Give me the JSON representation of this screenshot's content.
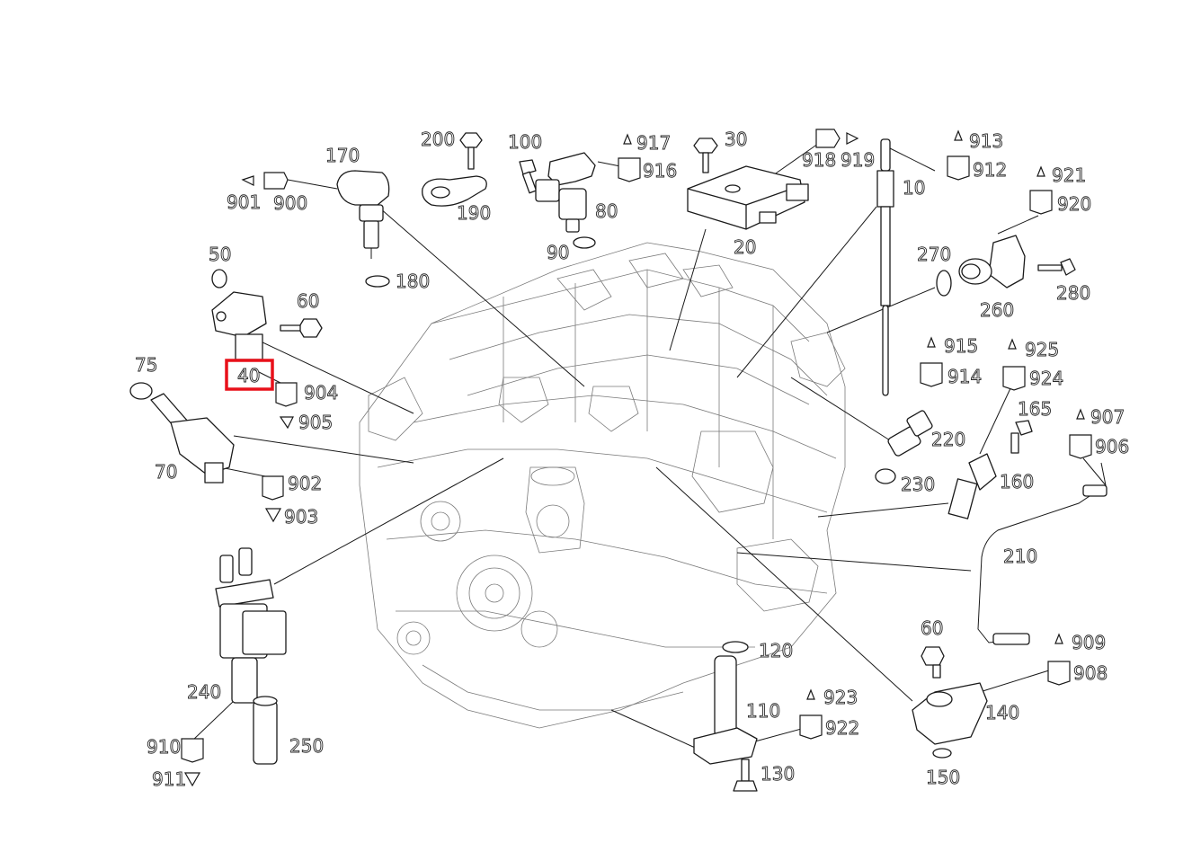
{
  "highlight": {
    "target": "40",
    "color": "#e8101a"
  },
  "colors": {
    "line": "#1a1a1a",
    "engine": "#7a7a7a",
    "background": "#ffffff"
  },
  "labels": {
    "l170": "170",
    "l200": "200",
    "l100": "100",
    "l917": "917",
    "l916": "916",
    "l30": "30",
    "l918": "918",
    "l919": "919",
    "l913": "913",
    "l912": "912",
    "l901": "901",
    "l900": "900",
    "l190": "190",
    "l80": "80",
    "l90": "90",
    "l20": "20",
    "l10": "10",
    "l921": "921",
    "l920": "920",
    "l180": "180",
    "l270": "270",
    "l280": "280",
    "l260": "260",
    "l50": "50",
    "l60a": "60",
    "l40": "40",
    "l904": "904",
    "l905": "905",
    "l75": "75",
    "l70": "70",
    "l902": "902",
    "l903": "903",
    "l915": "915",
    "l914": "914",
    "l925": "925",
    "l924": "924",
    "l165": "165",
    "l907": "907",
    "l906": "906",
    "l220": "220",
    "l230": "230",
    "l160": "160",
    "l210": "210",
    "l240": "240",
    "l250": "250",
    "l910": "910",
    "l911": "911",
    "l120": "120",
    "l110": "110",
    "l923": "923",
    "l922": "922",
    "l130": "130",
    "l60b": "60",
    "l909": "909",
    "l908": "908",
    "l140": "140",
    "l150": "150"
  }
}
